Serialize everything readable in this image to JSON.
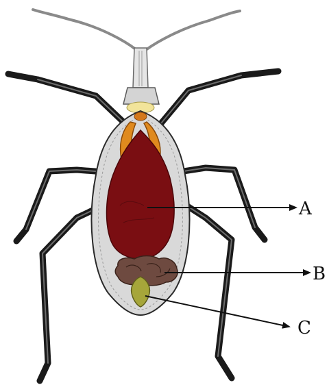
{
  "labels": {
    "a": "A",
    "b": "B",
    "c": "C"
  },
  "colors": {
    "body_fill": "#d9d9d9",
    "outline": "#2a2a2a",
    "organ_a": "#7a0e12",
    "organ_b": "#6e4a40",
    "organ_c": "#a6a63a",
    "glands": "#e08a1e",
    "head_spot": "#f2e49a",
    "legs": "#1a1a1a"
  }
}
